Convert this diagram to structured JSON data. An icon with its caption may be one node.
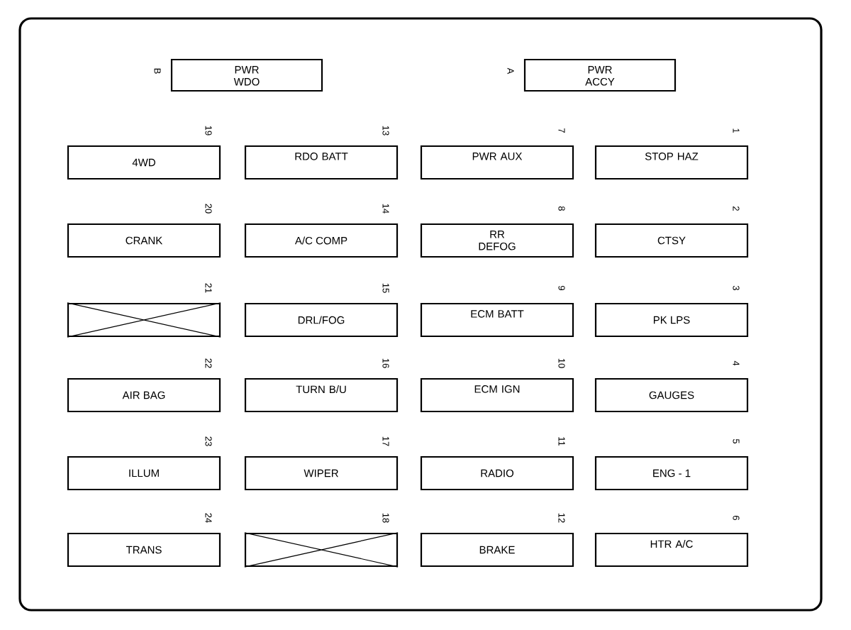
{
  "diagram": {
    "nodes": [
      {
        "text": [
          "PWR WDO"
        ],
        "beside": [
          "B"
        ]
      },
      {
        "text": [
          "PWR ACCY"
        ],
        "beside": [
          "A"
        ]
      },
      {
        "text": [
          "4WD"
        ],
        "beside": [
          "19"
        ]
      },
      {
        "text": [
          "RDO BATT"
        ],
        "beside": [
          "13"
        ]
      },
      {
        "text": [
          "PWR AUX"
        ],
        "beside": [
          "7"
        ]
      },
      {
        "text": [
          "STOP HAZ"
        ],
        "beside": [
          "1"
        ]
      },
      {
        "text": [
          "CRANK"
        ],
        "beside": [
          "20"
        ]
      },
      {
        "text": [
          "A/C COMP"
        ],
        "beside": [
          "14"
        ]
      },
      {
        "text": [
          "RR DEFOG"
        ],
        "beside": [
          "8"
        ]
      },
      {
        "text": [
          "CTSY"
        ],
        "beside": [
          "2"
        ]
      },
      {
        "text": [],
        "shape": "box",
        "beside": [
          "21"
        ]
      },
      {
        "text": [
          "DRL/FOG"
        ],
        "beside": [
          "15"
        ]
      },
      {
        "text": [
          "ECM BATT"
        ],
        "beside": [
          "9"
        ]
      },
      {
        "text": [
          "PK LPS"
        ],
        "beside": [
          "3"
        ]
      },
      {
        "text": [
          "AIR BAG"
        ],
        "beside": [
          "22"
        ]
      },
      {
        "text": [
          "TURN B/U"
        ],
        "beside": [
          "16"
        ]
      },
      {
        "text": [
          "ECM IGN"
        ],
        "beside": [
          "10"
        ]
      },
      {
        "text": [
          "GAUGES"
        ],
        "beside": [
          "4"
        ]
      },
      {
        "text": [
          "ILLUM"
        ],
        "beside": [
          "23"
        ]
      },
      {
        "text": [
          "WIPER"
        ],
        "beside": [
          "17"
        ]
      },
      {
        "text": [
          "RADIO"
        ],
        "beside": [
          "11"
        ]
      },
      {
        "text": [
          "ENG - 1"
        ],
        "beside": [
          "5"
        ]
      },
      {
        "text": [
          "TRANS"
        ],
        "beside": [
          "24"
        ]
      },
      {
        "text": [],
        "shape": "box",
        "beside": [
          "18"
        ]
      },
      {
        "text": [
          "BRAKE"
        ],
        "beside": [
          "12"
        ]
      },
      {
        "text": [
          "HTR A/C"
        ],
        "beside": [
          "6"
        ]
      }
    ]
  }
}
